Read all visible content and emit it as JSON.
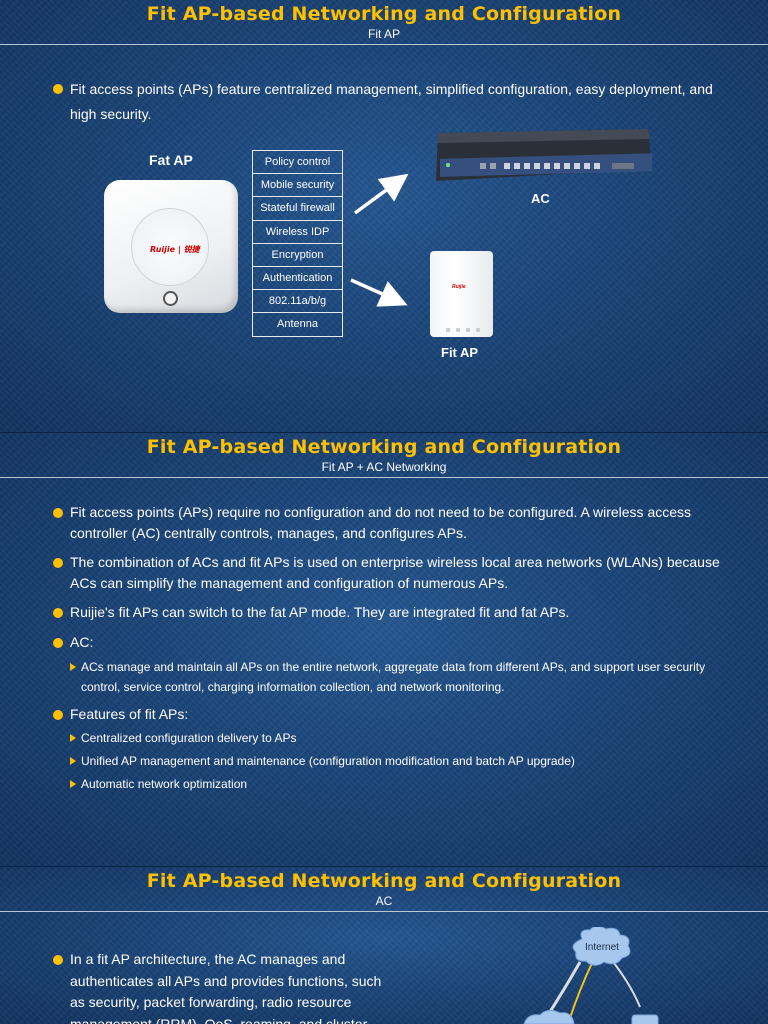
{
  "slide1": {
    "title": "Fit AP-based Networking and Configuration",
    "subtitle": "Fit AP",
    "bullet_line1": "Fit access points (APs) feature centralized management, simplified configuration, easy deployment, and",
    "bullet_line2": "high security.",
    "fat_ap_label": "Fat AP",
    "features": [
      "Policy control",
      "Mobile security",
      "Stateful firewall",
      "Wireless IDP",
      "Encryption",
      "Authentication",
      "802.11a/b/g",
      "Antenna"
    ],
    "ac_label": "AC",
    "fit_ap_label": "Fit AP",
    "fat_ap_brand": "Ruijie | 锐捷",
    "fit_ap_brand": "Ruijie"
  },
  "slide2": {
    "title": "Fit AP-based Networking and Configuration",
    "subtitle": "Fit AP + AC Networking",
    "bullets": [
      [
        "Fit access points (APs) require no configuration and do not need to be configured. A wireless access",
        "controller (AC) centrally controls, manages, and configures APs."
      ],
      [
        "The combination of ACs and fit APs is used on enterprise wireless local area networks (WLANs) because",
        "ACs can simplify the management and configuration of numerous APs."
      ],
      [
        "Ruijie's fit APs can switch to the fat AP mode. They are integrated fit and fat APs."
      ],
      [
        "AC:"
      ],
      [
        "Features of fit APs:"
      ]
    ],
    "ac_sub": [
      "ACs manage and maintain all APs on the entire network, aggregate data from different APs, and support user security",
      "control, service control, charging information collection, and network monitoring."
    ],
    "fit_features": [
      "Centralized configuration delivery to APs",
      "Unified AP management and maintenance (configuration modification and batch AP upgrade)",
      "Automatic network optimization"
    ]
  },
  "slide3": {
    "title": "Fit AP-based Networking and Configuration",
    "subtitle": "AC",
    "bullet_lines": [
      "In a fit AP architecture, the AC manages and",
      "authenticates all APs and provides functions, such",
      "as security, packet forwarding, radio resource",
      "management (RRM), QoS, roaming, and cluster"
    ],
    "internet_label": "Internet"
  },
  "colors": {
    "accent": "#ffc000",
    "background": "#1a4478",
    "text": "#ffffff"
  }
}
